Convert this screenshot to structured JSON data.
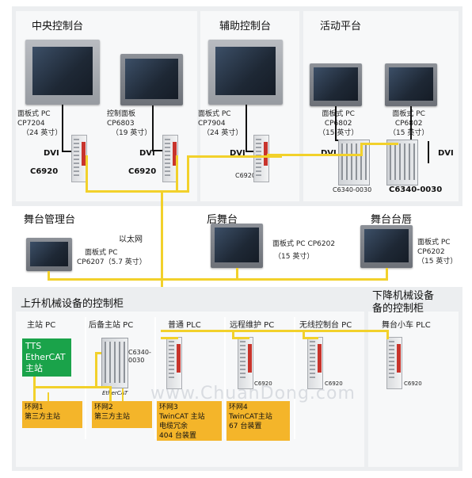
{
  "sections": {
    "central": "中央控制台",
    "aux": "辅助控制台",
    "activity": "活动平台",
    "stage_mgmt": "舞台管理台",
    "backstage": "后舞台",
    "lip": "舞台台唇",
    "rising_cabinet": "上升机械设备的控制柜",
    "lowering_cabinet_line1": "下降机械设备",
    "lowering_cabinet_line2": "备的控制柜"
  },
  "consoles": {
    "cp7204": {
      "l1": "面板式 PC",
      "l2": "CP7204",
      "l3": "（24 英寸）",
      "dvi": "DVI",
      "c": "C6920"
    },
    "cp6803": {
      "l1": "控制面板",
      "l2": "CP6803",
      "l3": "（19 英寸）",
      "dvi": "DVI",
      "c": "C6920"
    },
    "cp7904": {
      "l1": "面板式 PC",
      "l2": "CP7904",
      "l3": "（24 英寸）",
      "dvi": "DVI",
      "c": "C6920"
    },
    "cp6802a": {
      "l1": "面板式 PC",
      "l2": "CP6802",
      "l3": "（15 英寸）",
      "dvi": "DVI",
      "c": "C6340-0030"
    },
    "cp6802b": {
      "l1": "面板式 PC",
      "l2": "CP6802",
      "l3": "（15 英寸）",
      "dvi": "DVI",
      "c": "C6340-0030"
    }
  },
  "stage": {
    "ethernet": "以太网",
    "cp6207_l1": "面板式 PC",
    "cp6207_l2": "CP6207（5.7 英寸）",
    "cp6202a_l1": "面板式 PC",
    "cp6202a_model": "CP6202",
    "cp6202a_l2": "（15 英寸）",
    "cp6202b_l1": "面板式 PC",
    "cp6202b_l2": "CP6202",
    "cp6202b_l3": "（15 英寸）"
  },
  "cabinet": {
    "master_pc": "主站 PC",
    "backup_pc": "后备主站 PC",
    "plc": "普通 PLC",
    "remote_pc": "远程维护 PC",
    "wireless_pc": "无线控制台 PC",
    "trolley_plc": "舞台小车 PLC",
    "tts_l1": "TTS",
    "tts_l2": "EtherCAT",
    "tts_l3": "主站",
    "backup_rack_l1": "C6340-",
    "backup_rack_l2": "0030",
    "ethercat_tag": "EtherCAT",
    "c6920": "C6920"
  },
  "rings": {
    "r1_l1": "环网1",
    "r1_l2": "第三方主站",
    "r2_l1": "环网2",
    "r2_l2": "第三方主站",
    "r3_l1": "环网3",
    "r3_l2": "TwinCAT 主站",
    "r3_l3": "电缆冗余",
    "r3_l4": "404 台装置",
    "r4_l1": "环网4",
    "r4_l2": "TwinCAT主站",
    "r4_l3": "67 台装置"
  },
  "watermark": "www.ChuanDong.com",
  "colors": {
    "ethernet_line": "#f2d12b",
    "ring_box": "#f4b52a",
    "tts_box": "#1aa34a",
    "dvi_line": "#111111"
  }
}
